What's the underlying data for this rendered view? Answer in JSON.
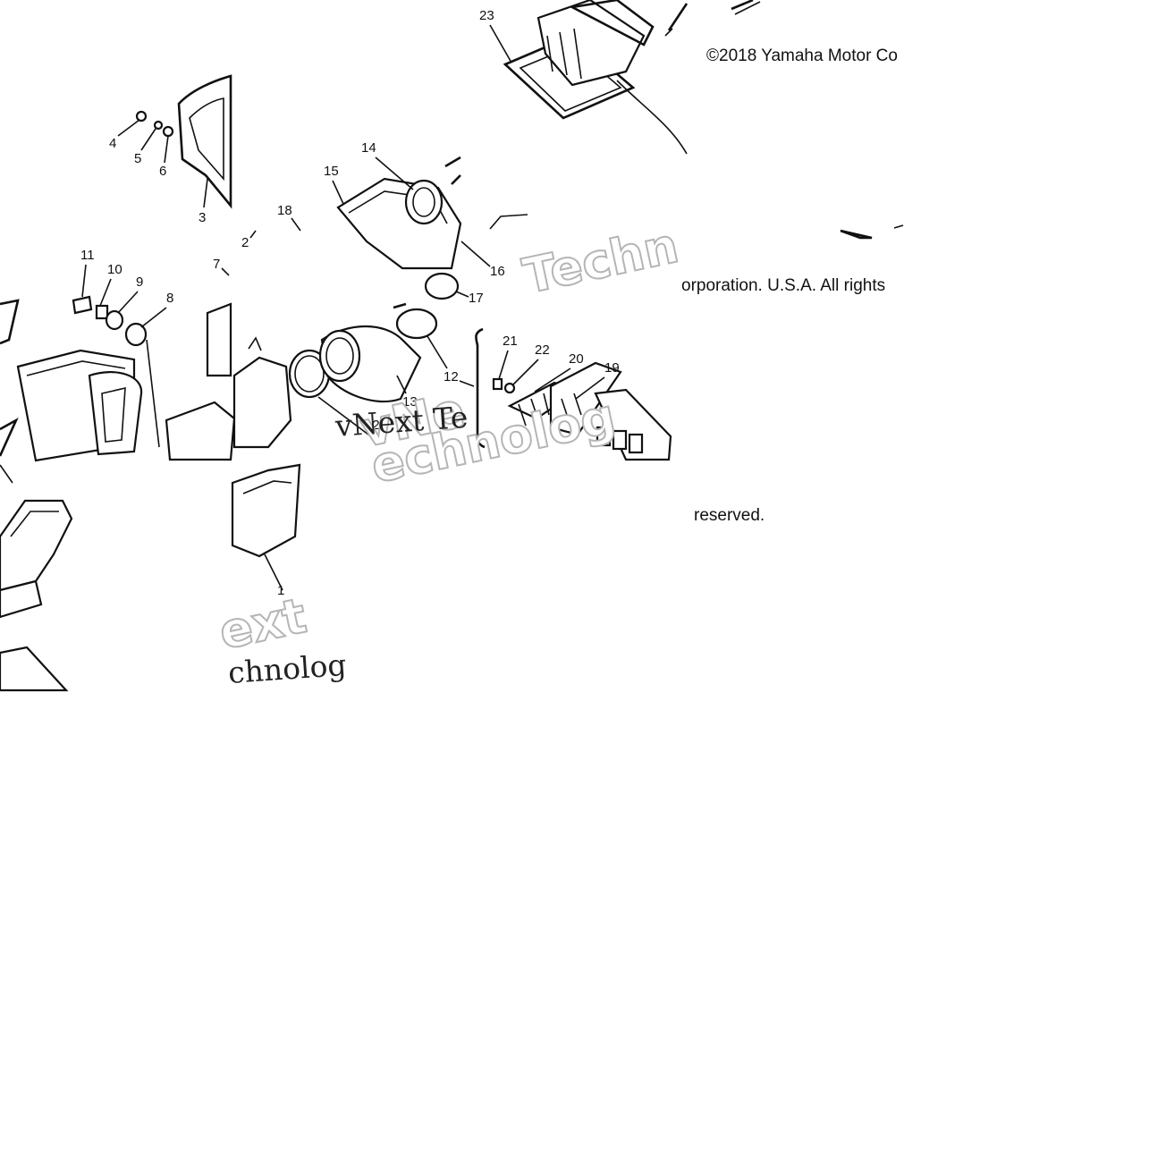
{
  "diagram": {
    "copyright_lines": [
      "©2018 Yamaha Motor Co",
      "orporation. U.S.A. All rights",
      "reserved."
    ],
    "part_callouts": [
      "23",
      "4",
      "5",
      "6",
      "3",
      "14",
      "15",
      "18",
      "2",
      "16",
      "11",
      "10",
      "9",
      "8",
      "7",
      "17",
      "12",
      "21",
      "22",
      "20",
      "19",
      "13",
      "1"
    ],
    "watermark_text": {
      "outline_1": "Techn",
      "outline_2": "ext",
      "outline_3": "vNe",
      "outline_4": "echnolog",
      "serif_1": "vNext Te",
      "serif_2": "chnolog"
    }
  }
}
